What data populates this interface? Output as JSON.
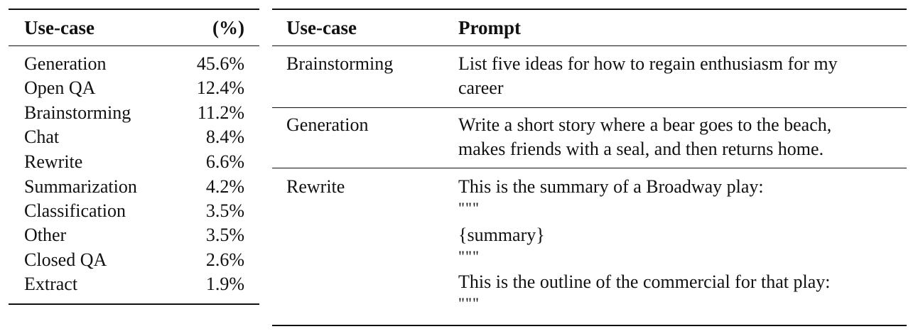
{
  "usecase_table": {
    "header": {
      "usecase": "Use-case",
      "percent": "(%)"
    },
    "rows": [
      {
        "usecase": "Generation",
        "percent": "45.6%"
      },
      {
        "usecase": "Open QA",
        "percent": "12.4%"
      },
      {
        "usecase": "Brainstorming",
        "percent": "11.2%"
      },
      {
        "usecase": "Chat",
        "percent": "8.4%"
      },
      {
        "usecase": "Rewrite",
        "percent": "6.6%"
      },
      {
        "usecase": "Summarization",
        "percent": "4.2%"
      },
      {
        "usecase": "Classification",
        "percent": "3.5%"
      },
      {
        "usecase": "Other",
        "percent": "3.5%"
      },
      {
        "usecase": "Closed QA",
        "percent": "2.6%"
      },
      {
        "usecase": "Extract",
        "percent": "1.9%"
      }
    ]
  },
  "prompt_table": {
    "header": {
      "usecase": "Use-case",
      "prompt": "Prompt"
    },
    "rows": [
      {
        "usecase": "Brainstorming",
        "prompt_lines": [
          "List five ideas for how to regain enthusiasm for my",
          "career"
        ]
      },
      {
        "usecase": "Generation",
        "prompt_lines": [
          "Write a short story where a bear goes to the beach,",
          "makes friends with a seal, and then returns home."
        ]
      },
      {
        "usecase": "Rewrite",
        "prompt_lines": [
          "This is the summary of a Broadway play:",
          "\"\"\"",
          "{summary}",
          "\"\"\"",
          "This is the outline of the commercial for that play:",
          "\"\"\""
        ]
      }
    ]
  }
}
